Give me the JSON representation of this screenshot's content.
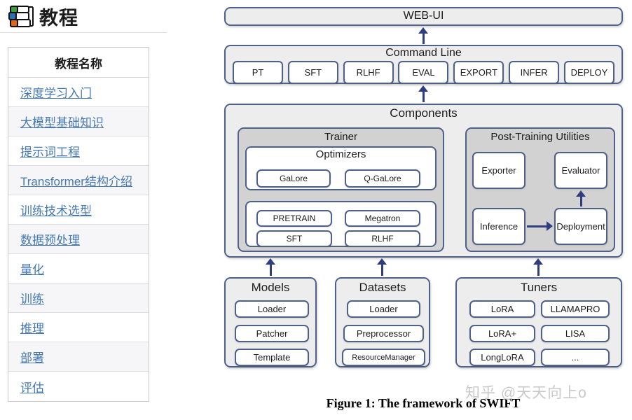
{
  "page": {
    "title": "教程",
    "watermark": "知乎 @天天向上o"
  },
  "sidebar": {
    "header": "教程名称",
    "items": [
      "深度学习入门",
      "大模型基础知识",
      "提示词工程",
      "Transformer结构介绍",
      "训练技术选型",
      "数据预处理",
      "量化",
      "训练",
      "推理",
      "部署",
      "评估"
    ]
  },
  "diagram": {
    "web_ui": "WEB-UI",
    "command_line": {
      "title": "Command Line",
      "items": [
        "PT",
        "SFT",
        "RLHF",
        "EVAL",
        "EXPORT",
        "INFER",
        "DEPLOY"
      ]
    },
    "components": {
      "title": "Components",
      "trainer": {
        "title": "Trainer",
        "optimizers": {
          "title": "Optimizers",
          "items": [
            "GaLore",
            "Q-GaLore"
          ]
        },
        "methods": [
          "PRETRAIN",
          "Megatron",
          "SFT",
          "RLHF"
        ]
      },
      "post_training": {
        "title": "Post-Training Utilities",
        "exporter": "Exporter",
        "evaluator": "Evaluator",
        "inference": "Inference",
        "deployment": "Deployment"
      }
    },
    "models": {
      "title": "Models",
      "items": [
        "Loader",
        "Patcher",
        "Template"
      ]
    },
    "datasets": {
      "title": "Datasets",
      "items": [
        "Loader",
        "Preprocessor",
        "ResourceManager"
      ]
    },
    "tuners": {
      "title": "Tuners",
      "items": [
        "LoRA",
        "LLAMAPRO",
        "LoRA+",
        "LISA",
        "LongLoRA",
        "..."
      ]
    }
  },
  "figure": {
    "caption": "Figure 1: The framework of SWIFT"
  },
  "colors": {
    "panel-border": "#4f6189",
    "arrow": "#2e3e7e",
    "panel-bg": "#ededed",
    "subpanel-bg": "#d2d2d2",
    "link": "#4679b2",
    "watermark": "#c9c9c9"
  }
}
